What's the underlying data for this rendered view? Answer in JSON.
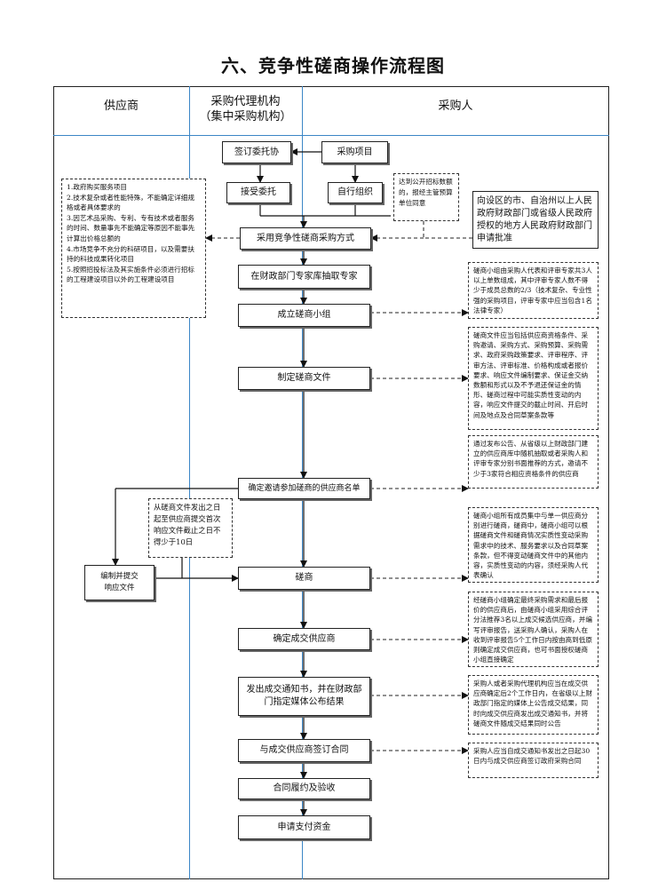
{
  "title": "六、竞争性磋商操作流程图",
  "columns": {
    "supplier": "供应商",
    "agency_line1": "采购代理机构",
    "agency_line2": "（集中采购机构）",
    "purchaser": "采购人"
  },
  "steps": {
    "sign_entrust": "签订委托协",
    "purchase_project": "采购项目",
    "accept_entrust": "接受委托",
    "self_organize": "自行组织",
    "adopt_method": "采用竞争性磋商采购方式",
    "draw_experts": "在财政部门专家库抽取专家",
    "form_group": "成立磋商小组",
    "make_docs": "制定磋商文件",
    "confirm_list": "确定邀请参加磋商的供应商名单",
    "negotiate": "磋商",
    "confirm_winner": "确定成交供应商",
    "notice_line1": "发出成交通知书，并在财政部",
    "notice_line2": "门指定媒体公布结果",
    "sign_contract": "与成交供应商签订合同",
    "perform": "合同履约及验收",
    "apply_payment": "申请支付资金",
    "prepare_response_line1": "编制并提交",
    "prepare_response_line2": "响应文件"
  },
  "notes": {
    "scope": [
      "1.政府购买服务项目",
      "2.技术复杂或者性能特殊，不能确定详细规格或者具体要求的",
      "3.因艺术品采购、专利、专有技术或者服务的时间、数量事先不能确定等原因不能事先计算出价格总额的",
      "4.市场竞争不充分的科研项目，以及需要扶持的科技成果转化项目",
      "5.按照招投标法及其实施条件必须进行招标的工程建设项目以外的工程建设项目"
    ],
    "threshold": "达到公开招标数额的，报经主管预算单位同意",
    "approval": "向设区的市、自治州以上人民政府财政部门或省级人民政府授权的地方人民政府财政部门申请批准",
    "group_composition": "磋商小组由采购人代表和评审专家共3人以上单数组成，其中评审专家人数不得少于成员总数的2/3（技术复杂、专业性强的采购项目，评审专家中应当包含1名法律专家）",
    "doc_contents": "磋商文件应当包括供应商资格条件、采购邀请、采购方式、采购预算、采购需求、政府采购政策要求、评审程序、评审方法、评审标准、价格构成或者报价要求、响应文件编制要求、保证金交纳数额和形式以及不予退还保证金的情形、磋商过程中可能实质性变动的内容，响应文件提交的截止时间、开启时间及地点及合同草案条款等",
    "invite_methods": "通过发布公告、从省级以上财政部门建立的供应商库中随机抽取或者采购人和评审专家分别书面推荐的方式，邀请不少于3家符合相应资格条件的供应商",
    "response_period": "从磋商文件发出之日起至供应商提交首次响应文件截止之日不得少于10日",
    "negotiation_rules": "磋商小组所有成员集中与单一供应商分别进行磋商，磋商中，磋商小组可以根据磋商文件和磋商情况实质性变动采购需求中的技术、服务要求以及合同草案条款，但不得变动磋商文件中的其他内容，实质性变动的内容，须经采购人代表确认",
    "winner_rules": "经磋商小组确定最终采购需求和最后报价的供应商后，由磋商小组采用综合评分法推荐3名以上成交候选供应商，并编写评审报告，送采购人确认，采购人在收到评审报告5个工作日内按由高到低原则确定成交供应商，也可书面授权磋商小组直接确定",
    "announcement": "采购人或者采购代理机构应当在成交供应商确定后2个工作日内，在省级以上财政部门指定的媒体上公告成交结果，同时向成交供应商发出成交通知书，并将磋商文件随成交结果同时公告",
    "contract_deadline": "采购人应当自成交通知书发出之日起30日内与成交供应商签订政府采购合同"
  }
}
